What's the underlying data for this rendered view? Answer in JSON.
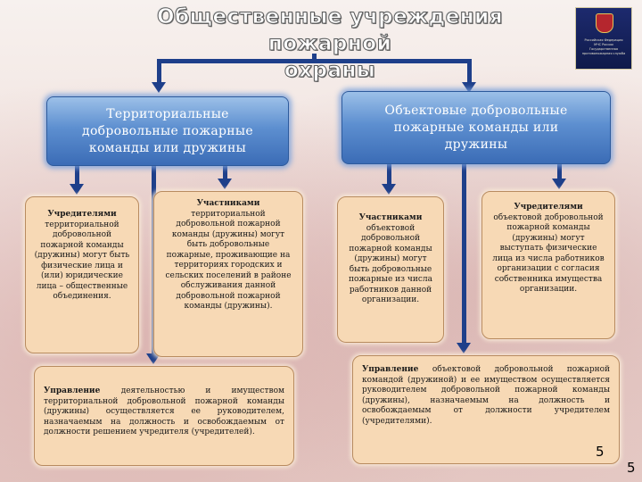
{
  "title": {
    "line1": "Общественные учреждения пожарной",
    "line2": "охраны"
  },
  "emblem": {
    "caption_lines": [
      "Российская Федерация",
      "МЧС России",
      "Государственная",
      "противопожарная служба"
    ]
  },
  "headers": {
    "left": "Территориальные добровольные пожарные команды или дружины",
    "right": "Объектовые добровольные пожарные команды или дружины"
  },
  "boxes": {
    "founders_territorial": {
      "bold": "Учредителями",
      "text": "территориальной добровольной пожарной команды (дружины) могут быть физические лица и (или) юридические лица – общественные объединения."
    },
    "participants_territorial": {
      "bold": "Участниками",
      "text": "территориальной добровольной пожарной команды (дружины) могут быть добровольные пожарные, проживающие на территориях городских и сельских поселений в районе обслуживания данной добровольной пожарной команды (дружины)."
    },
    "management_territorial": {
      "bold": "Управление",
      "text": "деятельностью и имуществом территориальной добровольной пожарной команды (дружины) осуществляется ее руководителем, назначаемым на должность и освобождаемым от должности решением учредителя (учредителей)."
    },
    "participants_object": {
      "bold": "Участниками",
      "text": "объектовой добровольной пожарной команды (дружины) могут быть добровольные пожарные из числа работников данной организации."
    },
    "founders_object": {
      "bold": "Учредителями",
      "text": "объектовой добровольной пожарной команды (дружины) могут выступать физические лица из числа работников организации с согласия собственника имущества организации."
    },
    "management_object": {
      "bold": "Управление",
      "text": "объектовой добровольной пожарной командой (дружиной) и ее имуществом осуществляется руководителем добровольной пожарной команды (дружины), назначаемым на должность и освобождаемым от должности учредителем (учредителями)."
    }
  },
  "page_number_inner": "5",
  "page_number_outer": "5"
}
